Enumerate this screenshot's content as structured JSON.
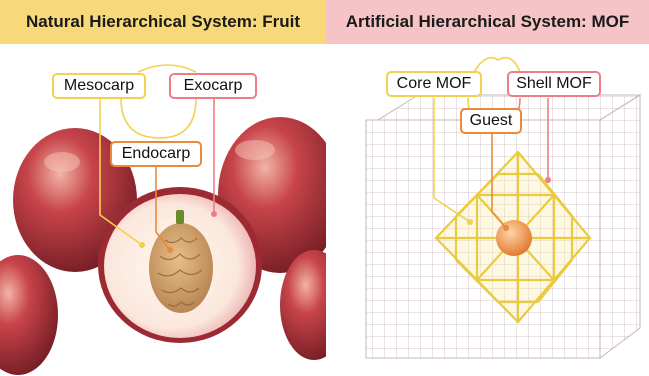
{
  "colors": {
    "left_header_bg": "#f7d97a",
    "right_header_bg": "#f6c3c7",
    "mesocarp_and_core_border": "#f2d14f",
    "exocarp_and_shell_border": "#ef7d86",
    "endocarp_and_guest_border": "#e98a3c",
    "mof_framework": "#e9cb3d",
    "shell_grid": "#c9b6ba"
  },
  "left_panel": {
    "title": "Natural Hierarchical System: Fruit",
    "labels": {
      "mesocarp": "Mesocarp",
      "exocarp": "Exocarp",
      "endocarp": "Endocarp"
    }
  },
  "right_panel": {
    "title": "Artificial Hierarchical System: MOF",
    "labels": {
      "core": "Core MOF",
      "shell": "Shell MOF",
      "guest": "Guest"
    }
  }
}
